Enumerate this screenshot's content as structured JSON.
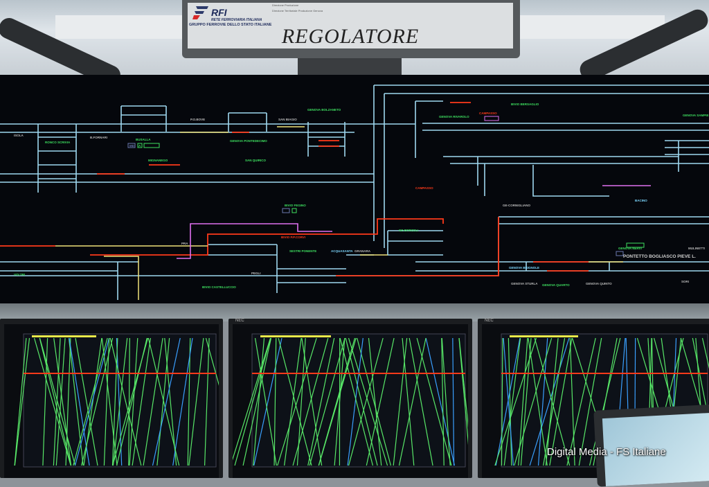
{
  "sign": {
    "brand": "RFI",
    "brand_full": "RETE FERROVIARIA ITALIANA",
    "group": "GRUPPO FERROVIE DELLO STATO ITALIANE",
    "department_1": "Direzione Produzione",
    "department_2": "Direzione Territoriale Produzione Genova",
    "title": "REGOLATORE"
  },
  "schematic": {
    "stations": {
      "isola": "ISOLA",
      "b_fornari": "B.FORNARI",
      "po_bove": "P.O.BOVE",
      "san_biagio": "SAN BIAGIO",
      "ronco_scrivia": "RONCO SCRIVIA",
      "busalla": "BUSALLA",
      "pontedecimo": "GENOVA PONTEDECIMO",
      "bolzaneto": "GENOVA BOLZANETO",
      "mignanego": "MIGNANEGO",
      "san_quirico": "SAN QUIRICO",
      "bivio_fegino": "BIVIO FEGINO",
      "bivio_ppcorvi": "BIVIO P.P.CORVI",
      "sestri_ponente": "SESTRI PONENTE",
      "acquasanta": "ACQUASANTA",
      "voltri": "VOLTRI",
      "bivio_castelluccio": "BIVIO CASTELLUCCIO",
      "pra": "PRA",
      "pegli": "PEGLI",
      "granara": "GRANARA",
      "bivio_bersaglio": "BIVIO BERSAGLIO",
      "rivarolo": "GENOVA RIVAROLO",
      "campasso_1": "CAMPASSO",
      "campasso_2": "CAMPASSO",
      "sampierdarena": "GENOVA SAMPIE",
      "bacino": "BACINO",
      "cornigliano": "GE-CORNIGLIANO",
      "borzoli": "GE-BORZOLI",
      "nervi": "GENOVA NERVI",
      "brignole": "GENOVA BRIGNOLE",
      "sturla": "GENOVA STURLA",
      "quarto": "GENOVA QUARTO",
      "quinto": "GENOVA QUINTO",
      "pontetto": "PONTETTO BOGLIASCO PIEVE L.",
      "mulinetti": "MULINETTI",
      "sori": "SORI"
    },
    "box_labels": {
      "mode": "MD",
      "auto": "A"
    },
    "colors": {
      "track": "#9fd8f0",
      "occupied": "#ff3a1a",
      "route": "#f0e27a",
      "special": "#e070f0",
      "station": "#3ee060"
    }
  },
  "monitors": {
    "brand": "NEC"
  },
  "watermark": "Digital Media - FS Italiane"
}
